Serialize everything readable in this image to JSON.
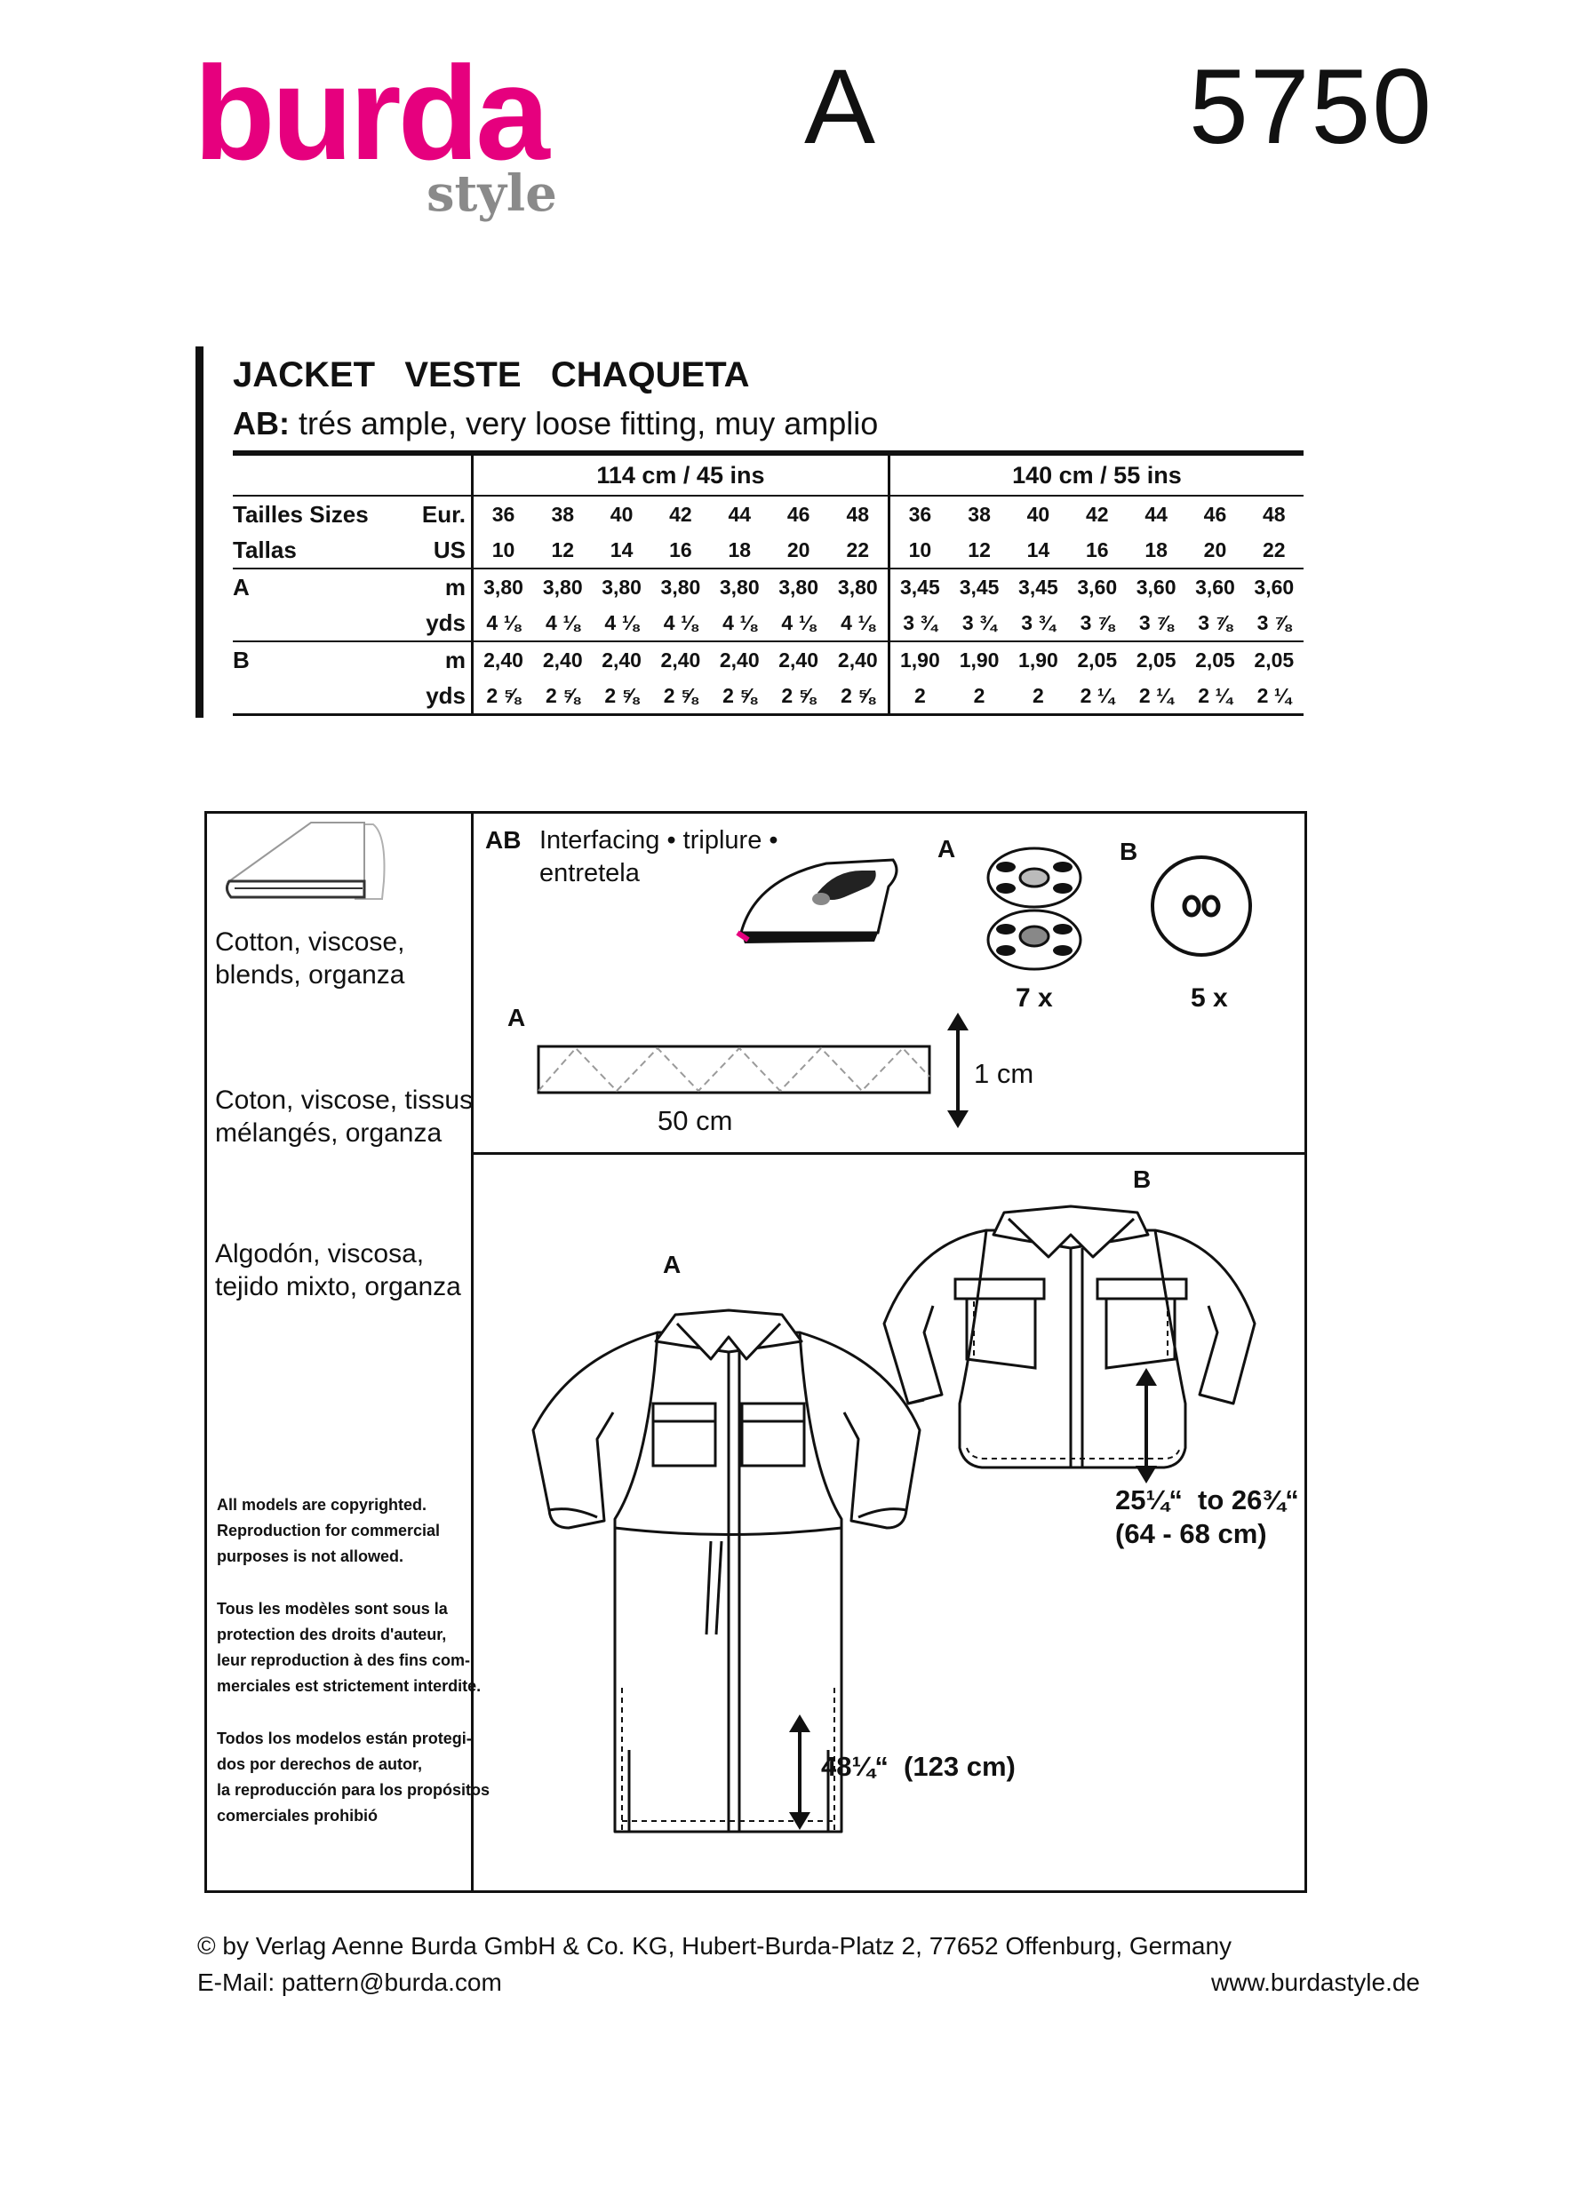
{
  "header": {
    "brand": "burda",
    "brand_sub": "style",
    "view": "A",
    "pattern_number": "5750"
  },
  "title": {
    "main": "JACKET   VESTE   CHAQUETA",
    "fit_label": "AB:",
    "fit_text": "trés ample, very loose fitting, muy amplio"
  },
  "fabric_table": {
    "group_114": "114 cm / 45 ins",
    "group_140": "140 cm / 55 ins",
    "size_label_1": "Tailles   Sizes",
    "size_label_2": "Tallas",
    "unit_eur": "Eur.",
    "unit_us": "US",
    "eur_sizes": [
      "36",
      "38",
      "40",
      "42",
      "44",
      "46",
      "48",
      "36",
      "38",
      "40",
      "42",
      "44",
      "46",
      "48"
    ],
    "us_sizes": [
      "10",
      "12",
      "14",
      "16",
      "18",
      "20",
      "22",
      "10",
      "12",
      "14",
      "16",
      "18",
      "20",
      "22"
    ],
    "rows": [
      {
        "view": "A",
        "unit": "m",
        "values": [
          "3,80",
          "3,80",
          "3,80",
          "3,80",
          "3,80",
          "3,80",
          "3,80",
          "3,45",
          "3,45",
          "3,45",
          "3,60",
          "3,60",
          "3,60",
          "3,60"
        ]
      },
      {
        "view": "",
        "unit": "yds",
        "values": [
          "4 ⅛",
          "4 ⅛",
          "4 ⅛",
          "4 ⅛",
          "4 ⅛",
          "4 ⅛",
          "4 ⅛",
          "3 ¾",
          "3 ¾",
          "3 ¾",
          "3 ⅞",
          "3 ⅞",
          "3 ⅞",
          "3 ⅞"
        ]
      },
      {
        "view": "B",
        "unit": "m",
        "values": [
          "2,40",
          "2,40",
          "2,40",
          "2,40",
          "2,40",
          "2,40",
          "2,40",
          "1,90",
          "1,90",
          "1,90",
          "2,05",
          "2,05",
          "2,05",
          "2,05"
        ]
      },
      {
        "view": "",
        "unit": "yds",
        "values": [
          "2 ⅝",
          "2 ⅝",
          "2 ⅝",
          "2 ⅝",
          "2 ⅝",
          "2 ⅝",
          "2 ⅝",
          "2",
          "2",
          "2",
          "2 ¼",
          "2 ¼",
          "2 ¼",
          "2 ¼"
        ]
      }
    ]
  },
  "fabrics": {
    "en": "Cotton, viscose,\nblends, organza",
    "fr": "Coton, viscose, tissus\nmélangés, organza",
    "es": "Algodón, viscosa,\ntejido mixto, organza"
  },
  "copyright": {
    "en": "All models are copyrighted.\nReproduction for commercial\npurposes is not allowed.",
    "fr": "Tous les modèles sont sous la\nprotection des droits d'auteur,\nleur reproduction à des fins com-\nmerciales est strictement interdite.",
    "es": "Todos los modelos están protegi-\ndos por derechos de autor,\nla reproducción para los propósitos\ncomerciales prohibió"
  },
  "notions": {
    "interfacing_views": "AB",
    "interfacing_text": "Interfacing • triplure •\nentretela",
    "snaps_view": "A",
    "snaps_count": "7 x",
    "buttons_view": "B",
    "buttons_count": "5 x",
    "strip_view": "A",
    "strip_length": "50 cm",
    "strip_width": "1 cm"
  },
  "views": {
    "a_label": "A",
    "a_length": "48¼“  (123 cm)",
    "b_label": "B",
    "b_length": "25¼“  to 26¾“\n(64 - 68 cm)"
  },
  "footer": {
    "line1": "©   by   Verlag   Aenne   Burda   GmbH   &   Co.   KG,   Hubert-Burda-Platz   2,   77652   Offenburg,   Germany",
    "email": "E-Mail: pattern@burda.com",
    "web": "www.burdastyle.de"
  }
}
